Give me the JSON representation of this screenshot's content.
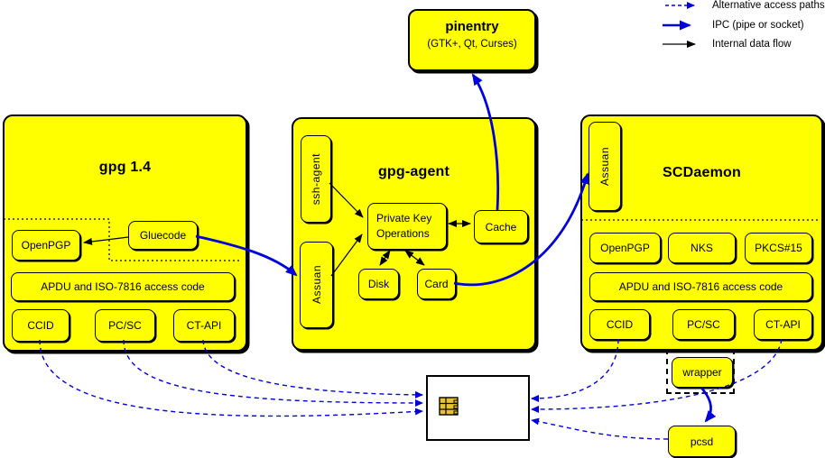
{
  "legend": {
    "items": [
      {
        "label": "Alternative access paths",
        "style": "dashed-blue-arrow"
      },
      {
        "label": "IPC (pipe or socket)",
        "style": "thick-blue-arrow"
      },
      {
        "label": "Internal data flow",
        "style": "thin-black-arrow"
      }
    ]
  },
  "pinentry": {
    "title": "pinentry",
    "subtitle": "(GTK+, Qt, Curses)"
  },
  "gpg14": {
    "title": "gpg 1.4",
    "openpgp": "OpenPGP",
    "gluecode": "Gluecode",
    "apdu": "APDU and ISO-7816 access code",
    "ccid": "CCID",
    "pcsc": "PC/SC",
    "ctapi": "CT-API"
  },
  "gpg_agent": {
    "title": "gpg-agent",
    "ssh_agent": "ssh-agent",
    "assuan": "Assuan",
    "private_key_line1": "Private Key",
    "private_key_line2": "Operations",
    "cache": "Cache",
    "disk": "Disk",
    "card": "Card"
  },
  "scdaemon": {
    "title": "SCDaemon",
    "assuan": "Assuan",
    "openpgp": "OpenPGP",
    "nks": "NKS",
    "pkcs15": "PKCS#15",
    "apdu": "APDU and ISO-7816 access code",
    "ccid": "CCID",
    "pcsc": "PC/SC",
    "ctapi": "CT-API"
  },
  "peripherals": {
    "wrapper": "wrapper",
    "pcsd": "pcsd"
  },
  "colors": {
    "node_fill": "#ffff00",
    "ipc_blue": "#0000dd",
    "alt_path_blue": "#0000dd",
    "line_black": "#000000",
    "chip_gold": "#e8c22e"
  }
}
